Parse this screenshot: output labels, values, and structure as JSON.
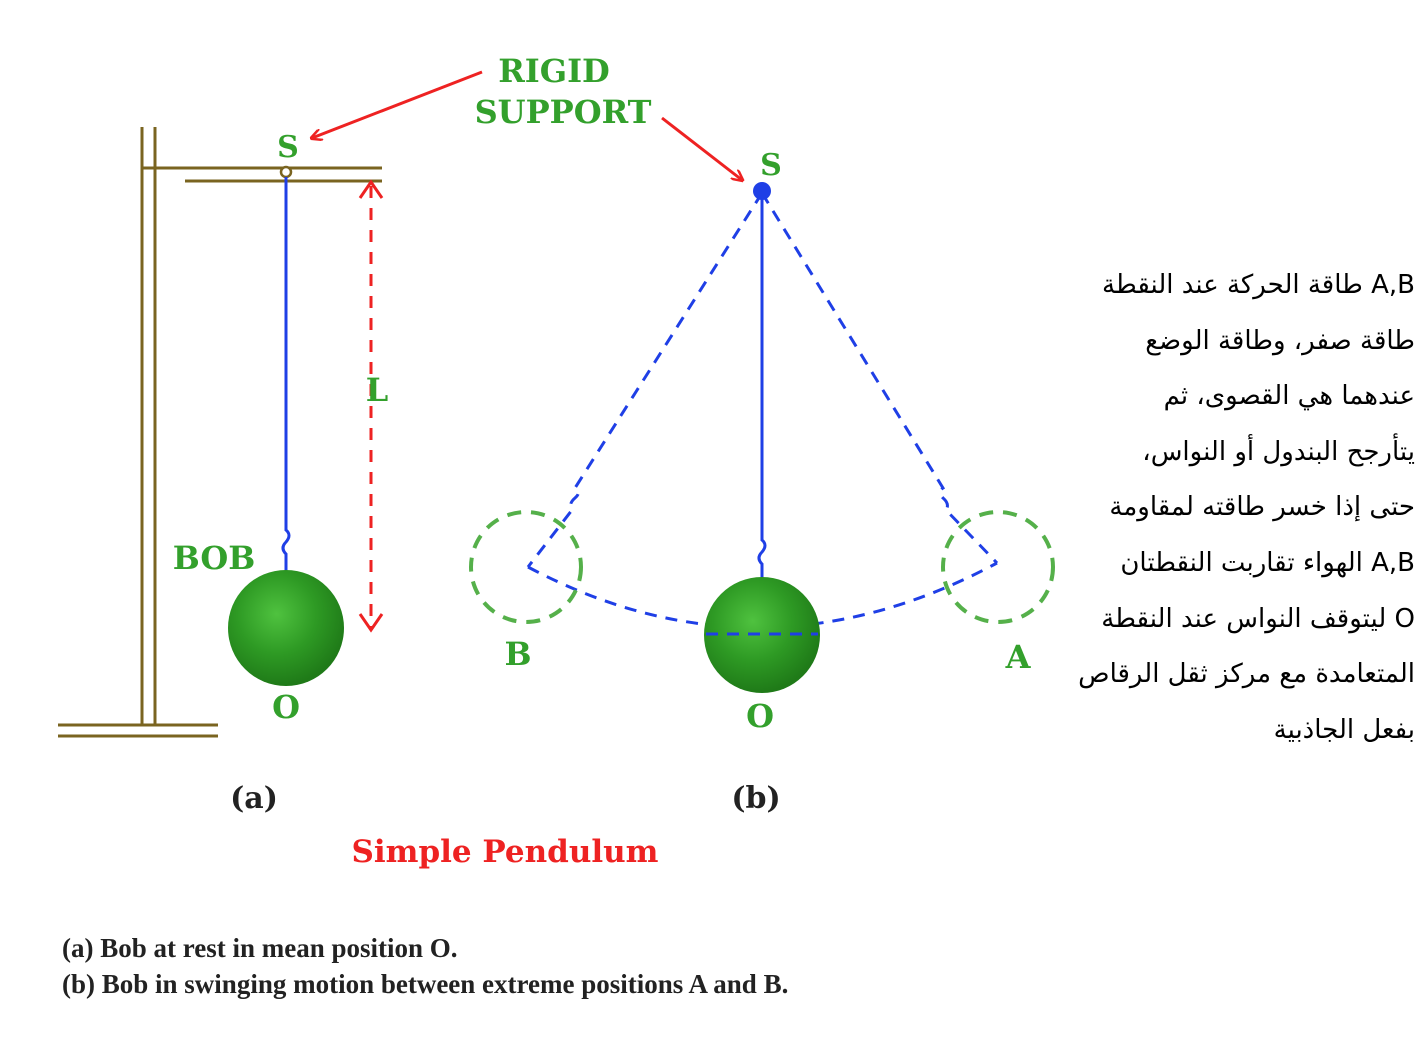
{
  "labels": {
    "rigid_support_line1": "RIGID",
    "rigid_support_line2": "SUPPORT",
    "s_left": "S",
    "s_right": "S",
    "length": "L",
    "bob": "BOB",
    "o_left": "O",
    "o_right": "O",
    "a": "A",
    "b": "B",
    "fig_a": "(a)",
    "fig_b": "(b)",
    "title": "Simple Pendulum"
  },
  "arabic_text": [
    "A,B طاقة الحركة عند النقطة",
    "طاقة صفر، وطاقة الوضع",
    "عندهما هي القصوى، ثم",
    "يتأرجح البندول أو النواس،",
    "حتى إذا خسر طاقته لمقاومة",
    "A,B الهواء تقاربت النقطتان",
    "O ليتوقف النواس عند النقطة",
    "المتعامدة مع مركز ثقل الرقاص",
    "بفعل الجاذبية"
  ],
  "caption": {
    "line1": "(a) Bob at rest in mean position O.",
    "line2": "(b) Bob in swinging motion between extreme positions A and B."
  },
  "colors": {
    "stand": "#7a6420",
    "string": "#1f3fe6",
    "bob": "#2e8b22",
    "label": "#33a02c",
    "arrow": "#ee2222",
    "title": "#ee2222"
  }
}
